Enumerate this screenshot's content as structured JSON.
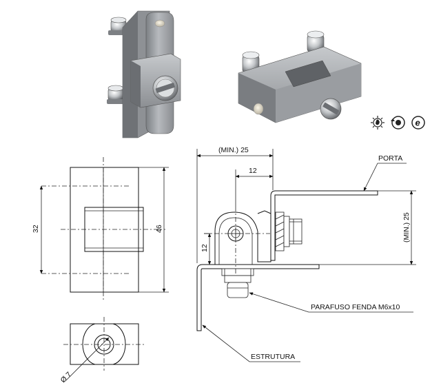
{
  "labels": {
    "min_25_top": "(MIN.) 25",
    "dim_12_top": "12",
    "porta": "PORTA",
    "min_25_right": "(MIN.) 25",
    "dim_12_left": "12",
    "parafuso": "PARAFUSO FENDA M6x10",
    "estrutura": "ESTRUTURA",
    "dim_32": "32",
    "dim_46": "46",
    "dia_7": "Ø 7"
  },
  "icons": [
    "temperature-resistant-icon",
    "rotation-icon",
    "e-coating-icon"
  ],
  "colors": {
    "metal_light": "#c9cbce",
    "metal_mid": "#9ea1a5",
    "metal_dark": "#6f7276",
    "line": "#111111"
  }
}
